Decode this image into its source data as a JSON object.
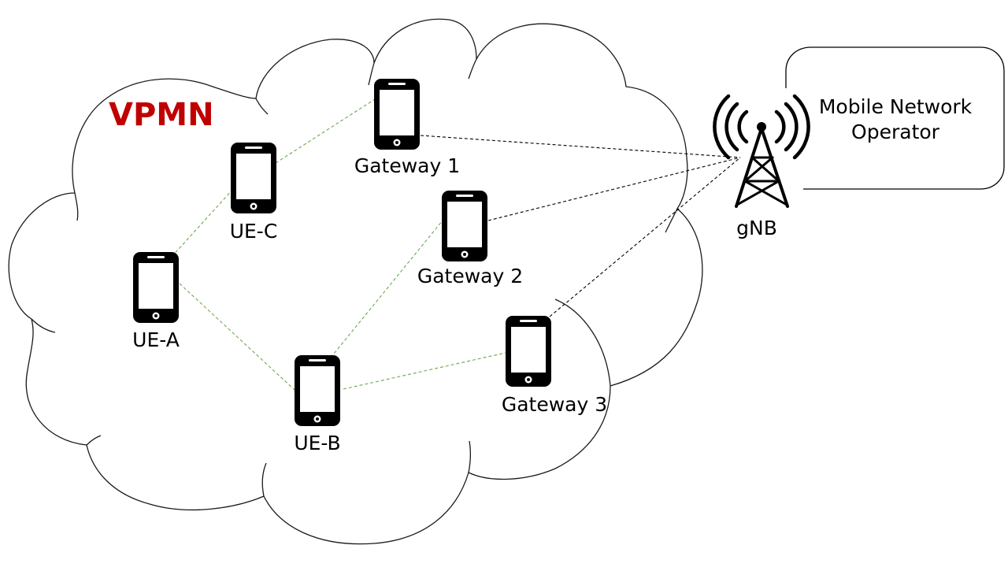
{
  "diagram": {
    "network_label": "VPMN",
    "network_label_color": "#c00000",
    "link_colors": {
      "device_link": "#6aa84f",
      "gnb_link": "#000000"
    },
    "nodes": {
      "gateway1": {
        "label": "Gateway 1",
        "icon": "smartphone-icon"
      },
      "gateway2": {
        "label": "Gateway 2",
        "icon": "smartphone-icon"
      },
      "gateway3": {
        "label": "Gateway 3",
        "icon": "smartphone-icon"
      },
      "uea": {
        "label": "UE-A",
        "icon": "smartphone-icon"
      },
      "ueb": {
        "label": "UE-B",
        "icon": "smartphone-icon"
      },
      "uec": {
        "label": "UE-C",
        "icon": "smartphone-icon"
      }
    },
    "gnb": {
      "label": "gNB",
      "icon": "cell-tower-icon"
    },
    "operator": {
      "line1": "Mobile Network",
      "line2": "Operator"
    }
  }
}
